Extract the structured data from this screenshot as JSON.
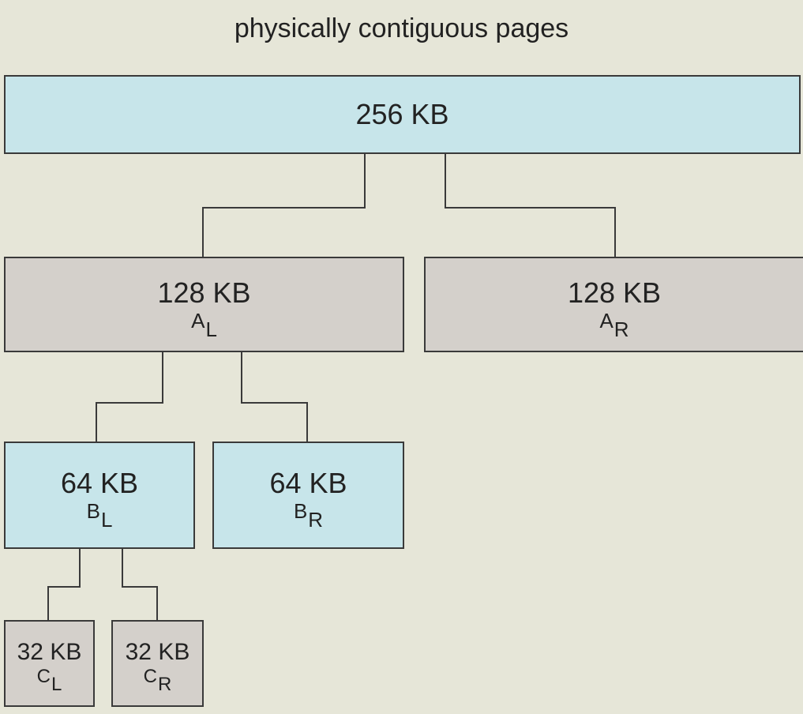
{
  "title": "physically contiguous pages",
  "blocks": {
    "root": {
      "size": "256 KB"
    },
    "a_left": {
      "size": "128 KB",
      "letter": "A",
      "sub": "L"
    },
    "a_right": {
      "size": "128 KB",
      "letter": "A",
      "sub": "R"
    },
    "b_left": {
      "size": "64 KB",
      "letter": "B",
      "sub": "L"
    },
    "b_right": {
      "size": "64 KB",
      "letter": "B",
      "sub": "R"
    },
    "c_left": {
      "size": "32 KB",
      "letter": "C",
      "sub": "L"
    },
    "c_right": {
      "size": "32 KB",
      "letter": "C",
      "sub": "R"
    }
  },
  "colors": {
    "background": "#e6e6d8",
    "split_block": "#c7e5ea",
    "buddy_block": "#d4d0cb",
    "outline": "#3a3a3a"
  }
}
